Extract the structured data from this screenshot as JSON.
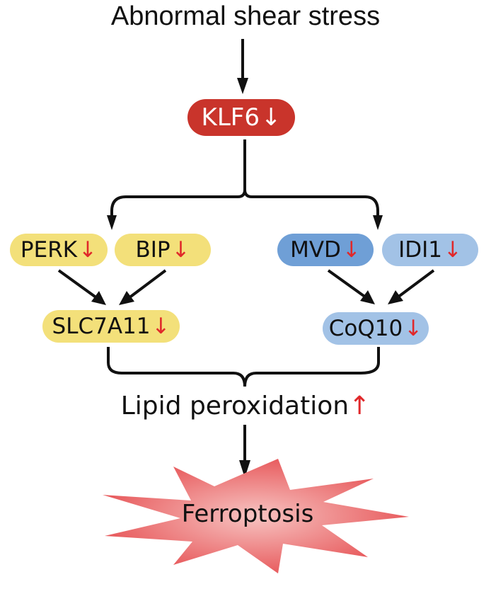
{
  "diagram": {
    "title": "Abnormal shear stress",
    "nodes": {
      "klf6": {
        "label": "KLF6",
        "change": "↓",
        "color": "#c9342b"
      },
      "perk": {
        "label": "PERK",
        "change": "↓",
        "color": "#f3e07a"
      },
      "bip": {
        "label": "BIP",
        "change": "↓",
        "color": "#f3e07a"
      },
      "slc7a11": {
        "label": "SLC7A11",
        "change": "↓",
        "color": "#f3e07a"
      },
      "mvd": {
        "label": "MVD",
        "change": "↓",
        "color": "#6f9fd6"
      },
      "idi1": {
        "label": "IDI1",
        "change": "↓",
        "color": "#a2c2e6"
      },
      "coq10": {
        "label": "CoQ10",
        "change": "↓",
        "color": "#a2c2e6"
      },
      "lipid": {
        "label": "Lipid peroxidation",
        "change": "↑"
      },
      "ferroptosis": {
        "label": "Ferroptosis",
        "color": "#e8585a"
      }
    },
    "edges": [
      {
        "from": "Abnormal shear stress",
        "to": "KLF6"
      },
      {
        "from": "KLF6",
        "to": "PERK/BIP"
      },
      {
        "from": "KLF6",
        "to": "MVD/IDI1"
      },
      {
        "from": "PERK",
        "to": "SLC7A11"
      },
      {
        "from": "BIP",
        "to": "SLC7A11"
      },
      {
        "from": "MVD",
        "to": "CoQ10"
      },
      {
        "from": "IDI1",
        "to": "CoQ10"
      },
      {
        "from": "SLC7A11",
        "to": "Lipid peroxidation"
      },
      {
        "from": "CoQ10",
        "to": "Lipid peroxidation"
      },
      {
        "from": "Lipid peroxidation",
        "to": "Ferroptosis"
      }
    ]
  }
}
